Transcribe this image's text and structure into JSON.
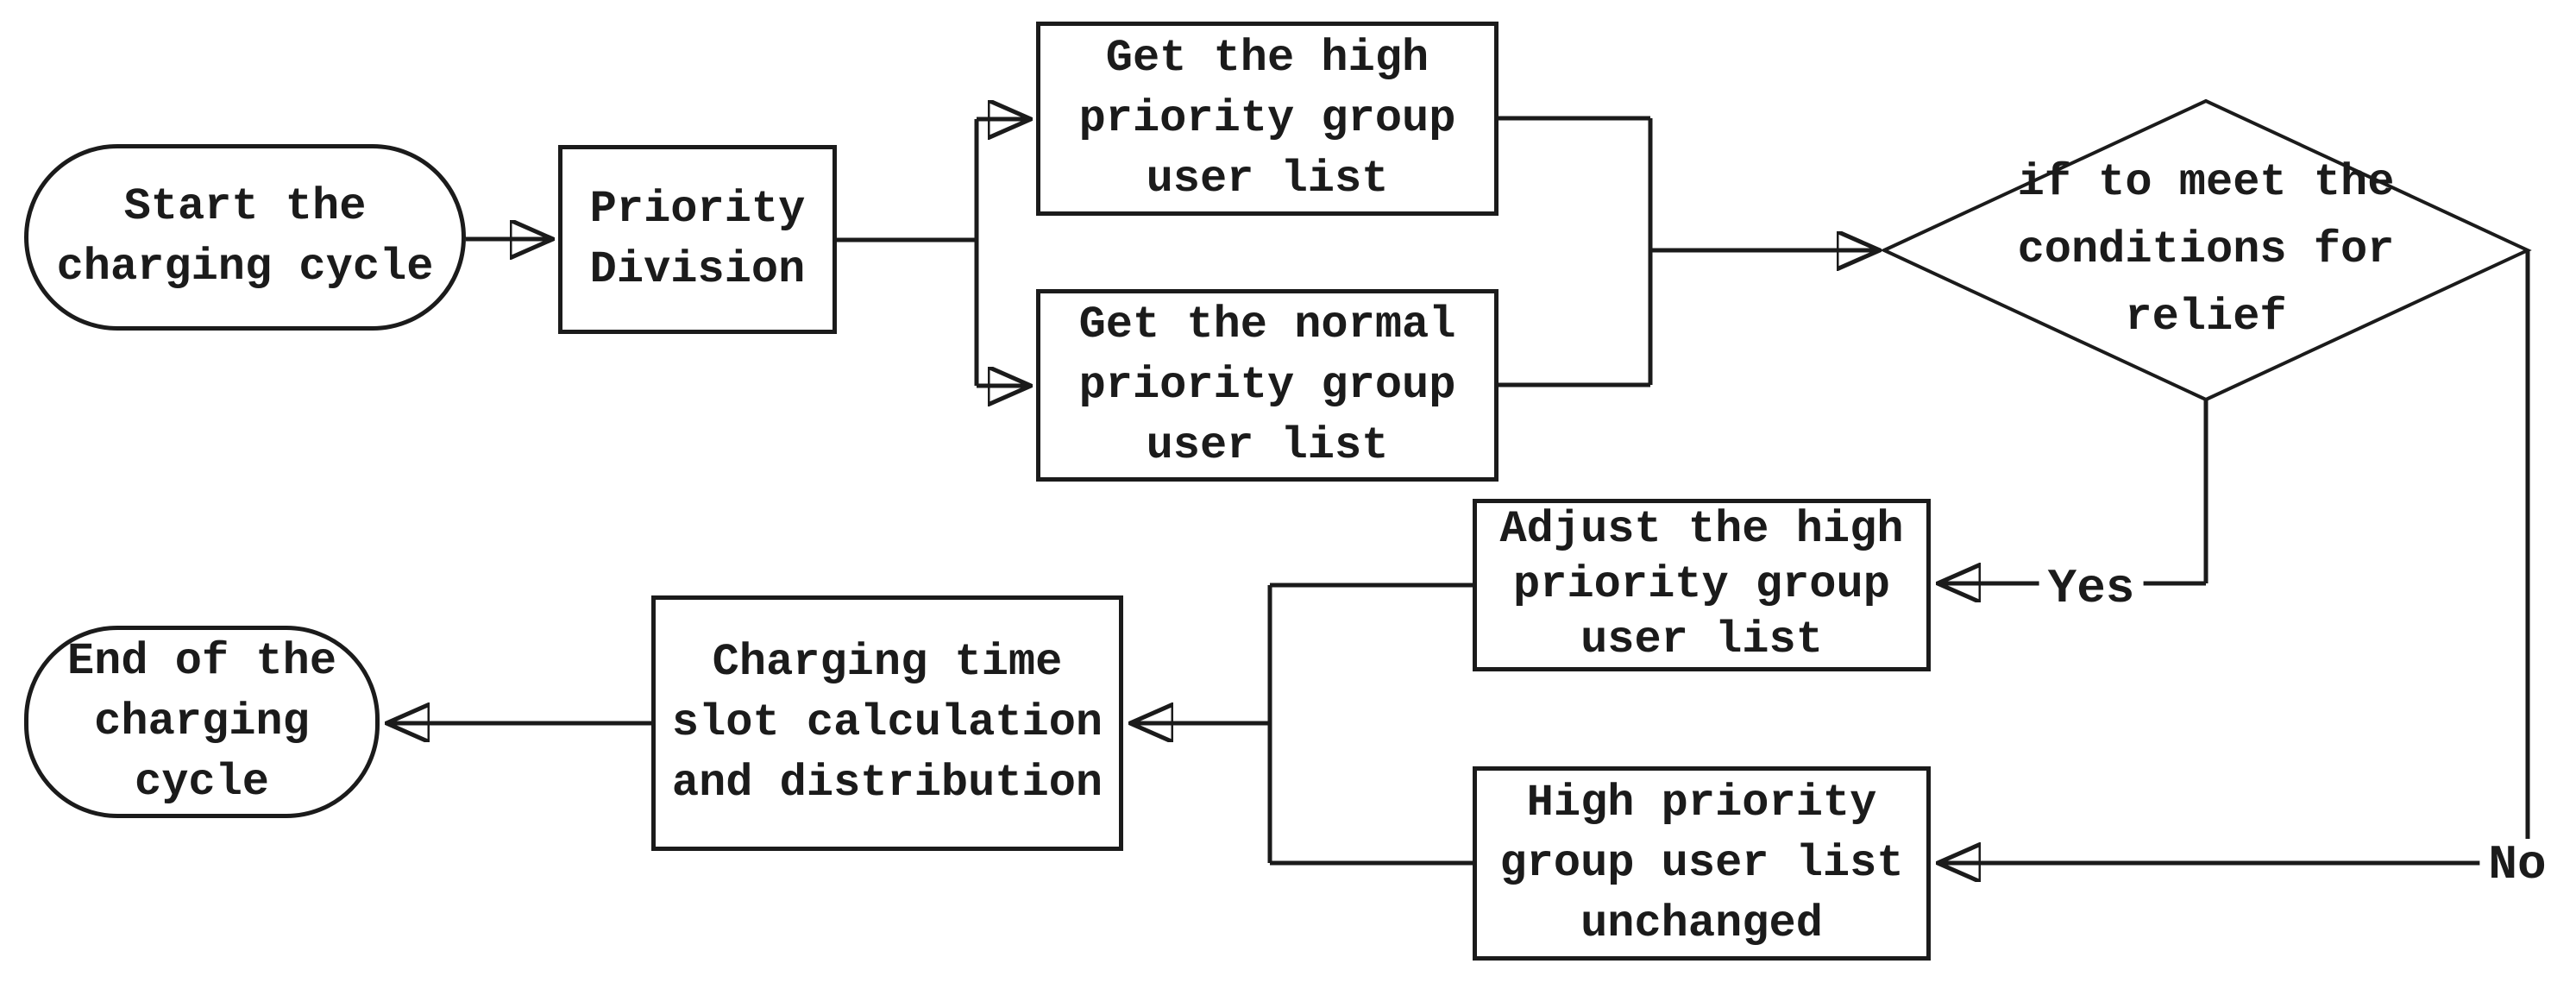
{
  "flowchart": {
    "colors": {
      "stroke": "#1b1b1b",
      "background": "#ffffff",
      "text": "#1b1b1b"
    },
    "nodes": {
      "start": {
        "type": "terminator",
        "label": "Start the\ncharging cycle"
      },
      "priority_division": {
        "type": "process",
        "label": "Priority\nDivision"
      },
      "get_high": {
        "type": "process",
        "label": "Get the high\npriority group\nuser list"
      },
      "get_normal": {
        "type": "process",
        "label": "Get the normal\npriority group\nuser list"
      },
      "decision": {
        "type": "decision",
        "label": "if to meet the\nconditions for\nrelief"
      },
      "adjust_high": {
        "type": "process",
        "label": "Adjust the high\npriority group\nuser list"
      },
      "unchanged": {
        "type": "process",
        "label": "High priority\ngroup user list\nunchanged"
      },
      "charging_calc": {
        "type": "process",
        "label": "Charging time\nslot calculation\nand distribution"
      },
      "end": {
        "type": "terminator",
        "label": "End of the\ncharging cycle"
      }
    },
    "edge_labels": {
      "yes": "Yes",
      "no": "No"
    },
    "edges": [
      {
        "from": "start",
        "to": "priority_division",
        "label": ""
      },
      {
        "from": "priority_division",
        "to": "get_high",
        "label": ""
      },
      {
        "from": "priority_division",
        "to": "get_normal",
        "label": ""
      },
      {
        "from": "get_high",
        "to": "decision",
        "label": ""
      },
      {
        "from": "get_normal",
        "to": "decision",
        "label": ""
      },
      {
        "from": "decision",
        "to": "adjust_high",
        "label": "Yes"
      },
      {
        "from": "decision",
        "to": "unchanged",
        "label": "No"
      },
      {
        "from": "adjust_high",
        "to": "charging_calc",
        "label": ""
      },
      {
        "from": "unchanged",
        "to": "charging_calc",
        "label": ""
      },
      {
        "from": "charging_calc",
        "to": "end",
        "label": ""
      }
    ]
  }
}
